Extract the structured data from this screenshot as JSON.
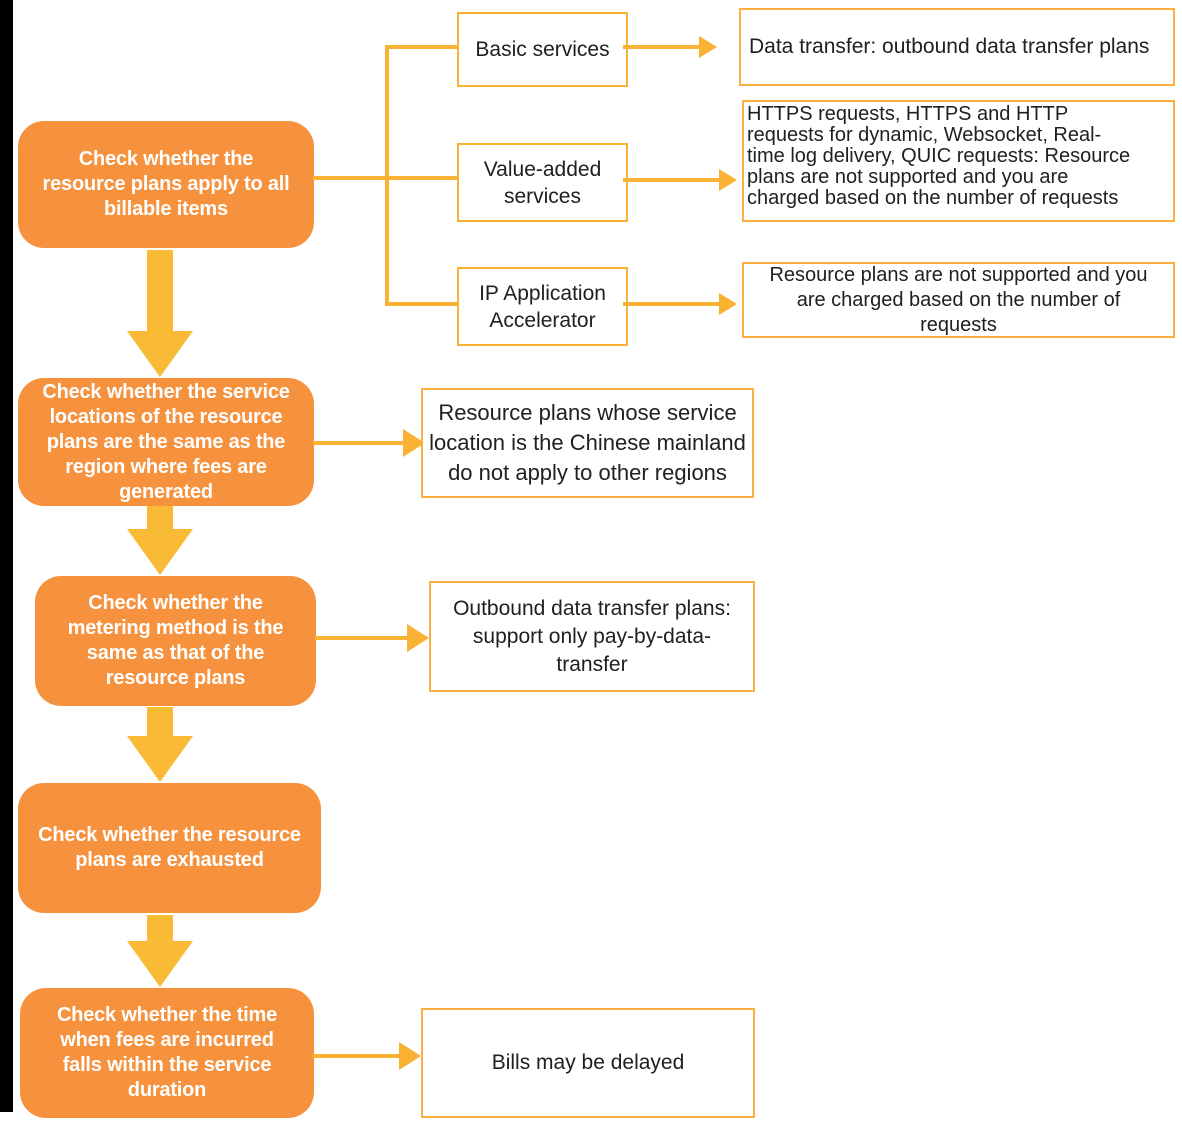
{
  "colors": {
    "accent": "#F9B233",
    "block_arrow": "#F9BB35",
    "step_fill": "#F6913D",
    "box_border": "#FBB040",
    "text_dark": "#202020",
    "step_text": "#FFFFFF",
    "edge_bar": "#000000"
  },
  "steps": [
    {
      "label": "Check whether the\nresource plans apply to all\nbillable items"
    },
    {
      "label": "Check whether the service\nlocations of the resource\nplans are the same as the\nregion where fees are\ngenerated"
    },
    {
      "label": "Check whether the\nmetering method is the\nsame as that of the\nresource plans"
    },
    {
      "label": "Check whether the resource\nplans are exhausted"
    },
    {
      "label": "Check whether the time\nwhen fees are incurred\nfalls within the service\nduration"
    }
  ],
  "services": [
    {
      "label": "Basic services"
    },
    {
      "label": "Value-added\nservices"
    },
    {
      "label": "IP Application\nAccelerator"
    }
  ],
  "results": [
    {
      "text": "Data transfer: outbound data transfer plans"
    },
    {
      "text": "HTTPS requests, HTTPS and HTTP\nrequests for dynamic, Websocket, Real-\ntime log delivery, QUIC requests: Resource\nplans are not supported and you are\ncharged based on the number of requests"
    },
    {
      "text": "Resource plans are not supported and you\nare charged based on the number of\nrequests"
    },
    {
      "text": "Resource plans whose service\nlocation is the Chinese mainland\ndo not apply to other regions"
    },
    {
      "text": "Outbound data transfer plans:\nsupport only pay-by-data-\ntransfer"
    },
    {
      "text": "Bills may be delayed"
    }
  ]
}
